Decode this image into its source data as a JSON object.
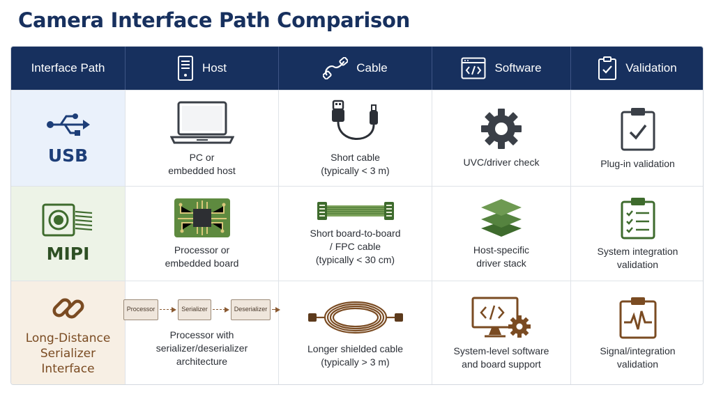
{
  "title": "Camera Interface Path Comparison",
  "headers": {
    "path": "Interface Path",
    "host": "Host",
    "cable": "Cable",
    "software": "Software",
    "validation": "Validation"
  },
  "rows": {
    "usb": {
      "label": "USB",
      "host": [
        "PC or",
        "embedded host"
      ],
      "cable": [
        "Short cable",
        "(typically < 3 m)"
      ],
      "software": [
        "UVC/driver check"
      ],
      "validation": [
        "Plug-in validation"
      ]
    },
    "mipi": {
      "label": "MIPI",
      "host": [
        "Processor or",
        "embedded board"
      ],
      "cable": [
        "Short board-to-board",
        "/ FPC cable",
        "(typically < 30 cm)"
      ],
      "software": [
        "Host-specific",
        "driver stack"
      ],
      "validation": [
        "System integration",
        "validation"
      ]
    },
    "ld": {
      "label": [
        "Long-Distance",
        "Serializer",
        "Interface"
      ],
      "flow": [
        "Processor",
        "Serializer",
        "Deserializer"
      ],
      "host": [
        "Processor with",
        "serializer/deserializer",
        "architecture"
      ],
      "cable": [
        "Longer shielded cable",
        "(typically > 3 m)"
      ],
      "software": [
        "System-level software",
        "and board support"
      ],
      "validation": [
        "Signal/integration",
        "validation"
      ]
    }
  },
  "colors": {
    "header_bg": "#17305e",
    "usb_accent": "#1d3e78",
    "mipi_accent": "#3e6b2d",
    "ld_accent": "#7a4b22"
  },
  "icons": {
    "header": [
      "server-icon",
      "cable-icon",
      "code-window-icon",
      "clipboard-check-icon"
    ],
    "usb": [
      "usb-icon",
      "laptop-icon",
      "usb-cable-icon",
      "gear-icon",
      "clipboard-check-icon"
    ],
    "mipi": [
      "camera-module-icon",
      "chip-board-icon",
      "fpc-cable-icon",
      "layers-icon",
      "checklist-icon"
    ],
    "ld": [
      "chain-link-icon",
      "coiled-cable-icon",
      "monitor-code-gear-icon",
      "clipboard-pulse-icon"
    ]
  }
}
